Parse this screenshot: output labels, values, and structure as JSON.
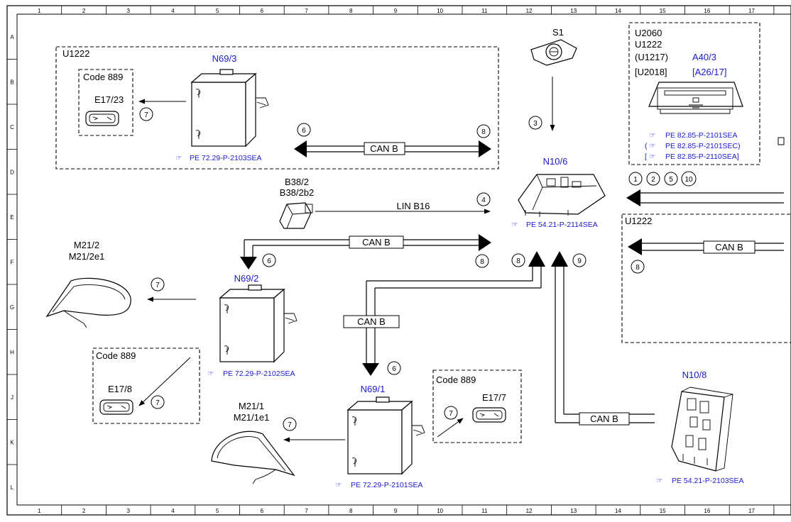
{
  "grid": {
    "columns": [
      "1",
      "2",
      "3",
      "4",
      "5",
      "6",
      "7",
      "8",
      "9",
      "10",
      "11",
      "12",
      "13",
      "14",
      "15",
      "16",
      "17"
    ],
    "rows": [
      "A",
      "B",
      "C",
      "D",
      "E",
      "F",
      "G",
      "H",
      "J",
      "K",
      "L"
    ]
  },
  "labels": {
    "u1222_top": "U1222",
    "code889_top": "Code 889",
    "e17_23": "E17/23",
    "n69_3": "N69/3",
    "ref_n69_3": "PE 72.29-P-2103SEA",
    "s1": "S1",
    "n10_6": "N10/6",
    "ref_n10_6": "PE 54.21-P-2114SEA",
    "u2060": "U2060",
    "u1222_right": "U1222",
    "u1217": "(U1217)",
    "u2018": "[U2018]",
    "a40_3": "A40/3",
    "a26_17": "[A26/17]",
    "ref_a40_1": "PE 82.85-P-2101SEA",
    "ref_a40_2": "PE 82.85-P-2101SEC)",
    "ref_a40_3": "PE 82.85-P-2110SEA]",
    "ref_a40_2_open": "(",
    "ref_a40_3_open": "[",
    "b38_2": "B38/2",
    "b38_2b2": "B38/2b2",
    "lin_b16": "LIN B16",
    "u1222_mid": "U1222",
    "m21_2": "M21/2",
    "m21_2e1": "M21/2e1",
    "n69_2": "N69/2",
    "ref_n69_2": "PE 72.29-P-2102SEA",
    "code889_left": "Code 889",
    "e17_8": "E17/8",
    "n69_1": "N69/1",
    "ref_n69_1": "PE 72.29-P-2101SEA",
    "m21_1": "M21/1",
    "m21_1e1": "M21/1e1",
    "code889_mid": "Code 889",
    "e17_7": "E17/7",
    "n10_8": "N10/8",
    "ref_n10_8": "PE 54.21-P-2103SEA"
  },
  "bus_labels": {
    "can_top": "CAN B",
    "can_mid": "CAN B",
    "can_right": "CAN B",
    "can_vert": "CAN B",
    "can_bottom": "CAN B"
  },
  "numbers": {
    "c7a": "7",
    "c6a": "6",
    "c8a": "8",
    "c3": "3",
    "c1": "1",
    "c2": "2",
    "c5": "5",
    "c10": "10",
    "c4": "4",
    "c6b": "6",
    "c8b": "8",
    "c8c": "8",
    "c9": "9",
    "c8d": "8",
    "c7b": "7",
    "c7c": "7",
    "c6c": "6",
    "c7d": "7",
    "c7e": "7"
  }
}
